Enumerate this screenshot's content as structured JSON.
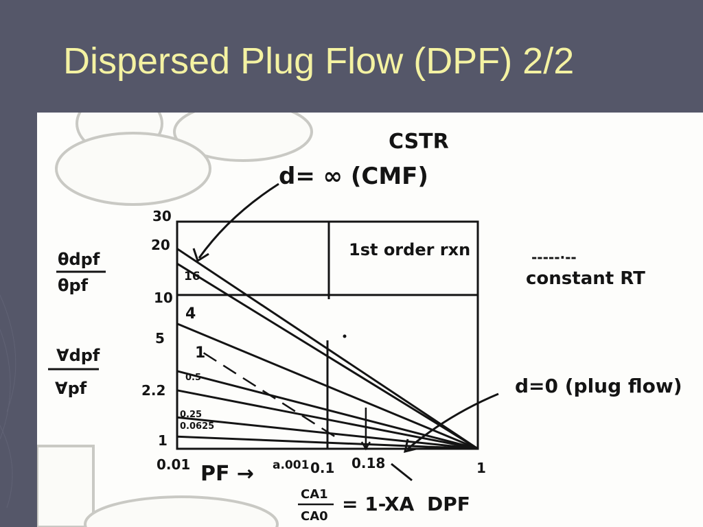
{
  "slide": {
    "title": "Dispersed Plug Flow (DPF) 2/2",
    "background_color": "#555769",
    "title_color": "#f4f2a2"
  },
  "chart_data": {
    "type": "line",
    "x_scale": "log",
    "y_scale": "log",
    "xlim": [
      0.01,
      1
    ],
    "ylim": [
      1,
      30
    ],
    "x_ticks": [
      {
        "value": 0.01,
        "label": "0.01"
      },
      {
        "value": 0.1,
        "label": "0.1"
      },
      {
        "value": 0.18,
        "label": "0.18"
      },
      {
        "value": 1,
        "label": "1"
      }
    ],
    "x_axis_extra_label": "a.001",
    "y_ticks": [
      {
        "value": 30,
        "label": "30"
      },
      {
        "value": 20,
        "label": "20"
      },
      {
        "value": 10,
        "label": "10"
      },
      {
        "value": 5,
        "label": "5"
      },
      {
        "value": 2.2,
        "label": "2.2"
      },
      {
        "value": 1,
        "label": "1"
      }
    ],
    "y_label_top_num": "θdpf",
    "y_label_top_den": "θpf",
    "y_label_bottom_num": "∀dpf",
    "y_label_bottom_den": "∀pf",
    "x_label_left": "PF →",
    "x_label_num": "CA1",
    "x_label_den": "CA0",
    "x_label_eq": "= 1-XA",
    "x_label_right": "DPF",
    "annotations": {
      "cstr": "CSTR",
      "cmf": "d= ∞ (CMF)",
      "order": "1st order rxn",
      "plug": "d=0 (plug flow)",
      "legend_dash": "-----·--",
      "legend_label": "constant RT"
    },
    "series": [
      {
        "name": "16",
        "style": "solid",
        "points": [
          [
            0.01,
            16
          ],
          [
            1,
            1
          ]
        ]
      },
      {
        "name": "4",
        "style": "solid",
        "points": [
          [
            0.01,
            6.5
          ],
          [
            1,
            1
          ]
        ]
      },
      {
        "name": "1",
        "style": "solid",
        "points": [
          [
            0.01,
            3.2
          ],
          [
            1,
            1
          ]
        ]
      },
      {
        "name": "0.5",
        "style": "solid",
        "points": [
          [
            0.01,
            2.4
          ],
          [
            1,
            1
          ]
        ]
      },
      {
        "name": "0.25",
        "style": "solid",
        "points": [
          [
            0.01,
            1.6
          ],
          [
            1,
            1
          ]
        ]
      },
      {
        "name": "0.0625",
        "style": "solid",
        "points": [
          [
            0.01,
            1.2
          ],
          [
            1,
            1
          ]
        ]
      },
      {
        "name": "d= ∞ (CMF)",
        "style": "solid",
        "points": [
          [
            0.01,
            20
          ],
          [
            1,
            1
          ]
        ]
      },
      {
        "name": "constant RT",
        "style": "dashed",
        "points": [
          [
            0.015,
            4.2
          ],
          [
            0.12,
            1.15
          ]
        ]
      }
    ],
    "reference_lines": {
      "horizontal": [
        10
      ],
      "vertical": [
        0.1,
        0.18
      ]
    }
  }
}
